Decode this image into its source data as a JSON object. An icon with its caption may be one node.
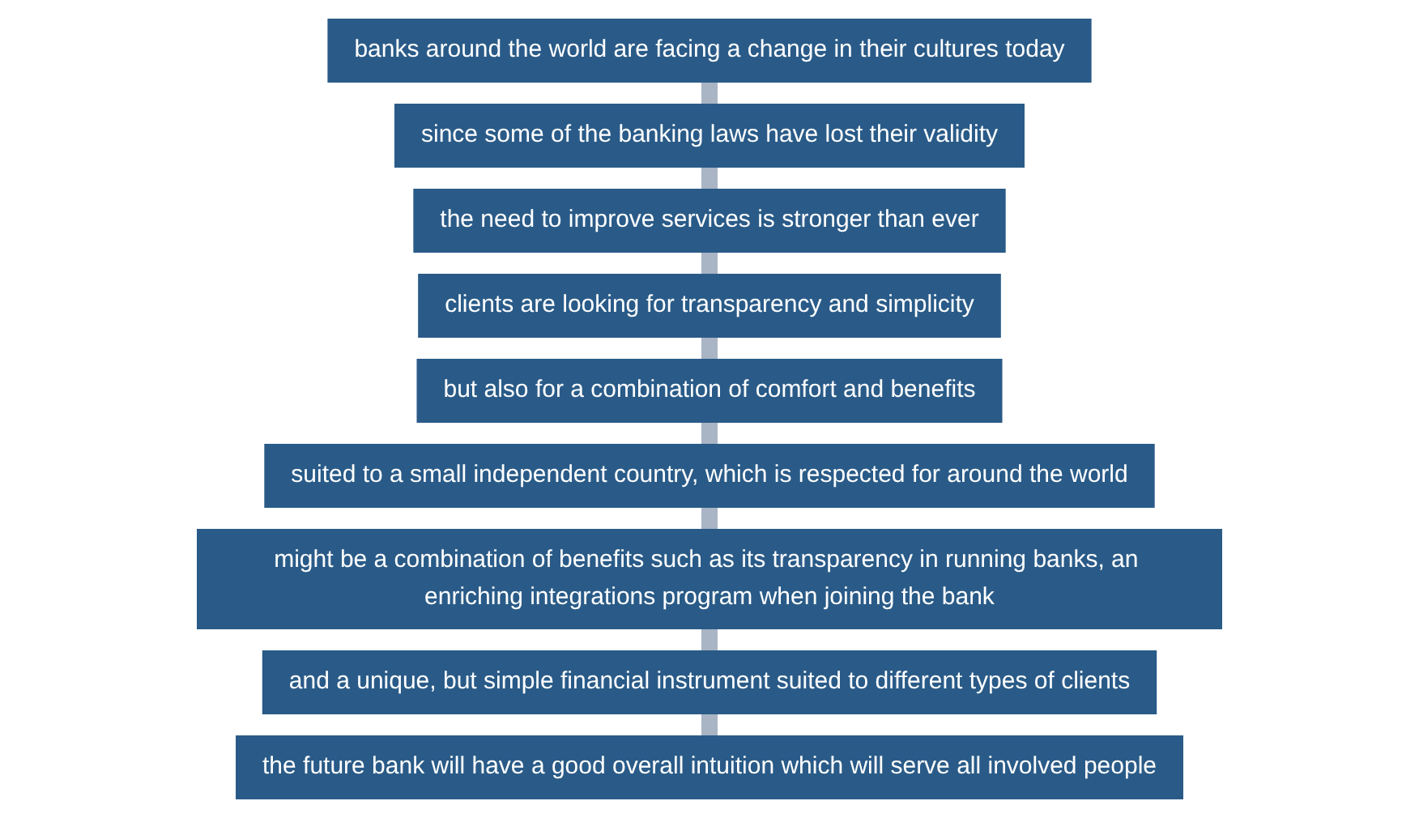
{
  "diagram": {
    "nodes": [
      {
        "text": [
          "banks around the world are facing a change in their cultures today"
        ]
      },
      {
        "text": [
          "since some of the banking laws have lost their validity"
        ]
      },
      {
        "text": [
          "the need to improve services is stronger than ever"
        ]
      },
      {
        "text": [
          "clients are looking for transparency and simplicity"
        ]
      },
      {
        "text": [
          "but also for a combination of comfort and benefits"
        ]
      },
      {
        "text": [
          "suited to a small independent country, which is respected for around the world"
        ]
      },
      {
        "text": [
          "might be a combination of benefits such as its transparency in running banks, an enriching integrations program when joining the bank"
        ]
      },
      {
        "text": [
          "and a unique, but simple financial instrument suited to different types of clients"
        ]
      },
      {
        "text": [
          "the future bank will have a good overall intuition which will serve all involved people"
        ]
      }
    ],
    "edges": [
      {
        "from": 0,
        "to": 1,
        "arrow": "none"
      },
      {
        "from": 1,
        "to": 2,
        "arrow": "none"
      },
      {
        "from": 2,
        "to": 3,
        "arrow": "none"
      },
      {
        "from": 3,
        "to": 4,
        "arrow": "none"
      },
      {
        "from": 4,
        "to": 5,
        "arrow": "none"
      },
      {
        "from": 5,
        "to": 6,
        "arrow": "none"
      },
      {
        "from": 6,
        "to": 7,
        "arrow": "none"
      },
      {
        "from": 7,
        "to": 8,
        "arrow": "none"
      }
    ]
  }
}
